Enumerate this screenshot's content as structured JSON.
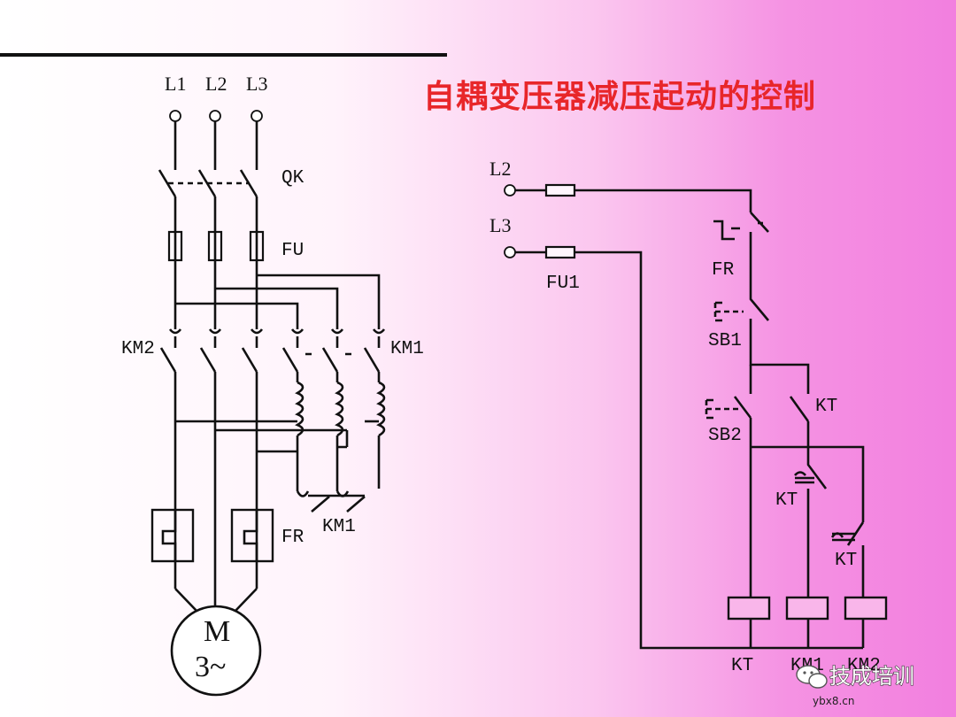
{
  "title": "自耦变压器减压起动的控制",
  "main_circuit": {
    "phases": [
      "L1",
      "L2",
      "L3"
    ],
    "switch": "QK",
    "fuse": "FU",
    "contactor_km2": "KM2",
    "contactor_km1": "KM1",
    "contactor_km1_bottom": "KM1",
    "overload_relay": "FR",
    "motor_m": "M",
    "motor_phase": "3~"
  },
  "control_circuit": {
    "line_l2": "L2",
    "line_l3": "L3",
    "fuse": "FU1",
    "fr_contact": "FR",
    "stop_button": "SB1",
    "start_button": "SB2",
    "kt_contact_top": "KT",
    "kt_contact_mid": "KT",
    "kt_contact_right": "KT",
    "coil_kt": "KT",
    "coil_km1": "KM1",
    "coil_km2": "KM2"
  },
  "watermark": {
    "text": "技成培训",
    "url": "ybx8.cn"
  }
}
